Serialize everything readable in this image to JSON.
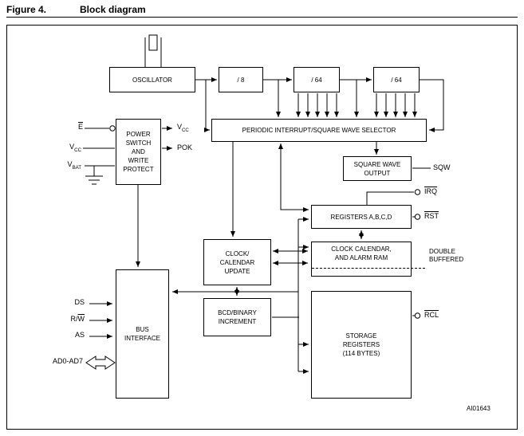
{
  "figure": {
    "label": "Figure 4.",
    "title": "Block diagram",
    "code": "AI01643"
  },
  "blocks": {
    "oscillator": "OSCILLATOR",
    "div8": "/ 8",
    "div64a": "/ 64",
    "div64b": "/ 64",
    "selector": "PERIODIC INTERRUPT/SQUARE WAVE SELECTOR",
    "power_switch": [
      "POWER",
      "SWITCH",
      "AND",
      "WRITE",
      "PROTECT"
    ],
    "square_wave_output": [
      "SQUARE WAVE",
      "OUTPUT"
    ],
    "registers_abcd": "REGISTERS A,B,C,D",
    "clock_calendar_ram": [
      "CLOCK CALENDAR,",
      "AND ALARM RAM"
    ],
    "clock_calendar_update": [
      "CLOCK/",
      "CALENDAR",
      "UPDATE"
    ],
    "bcd_binary_increment": [
      "BCD/BINARY",
      "INCREMENT"
    ],
    "storage_registers": [
      "STORAGE",
      "REGISTERS",
      "(114 BYTES)"
    ],
    "bus_interface": [
      "BUS",
      "INTERFACE"
    ],
    "double_buffered": [
      "DOUBLE",
      "BUFFERED"
    ]
  },
  "pins": {
    "e": "E",
    "vcc_in_base": "V",
    "vcc_in_sub": "CC",
    "vbat_base": "V",
    "vbat_sub": "BAT",
    "vcc_out_base": "V",
    "vcc_out_sub": "CC",
    "pok": "POK",
    "sqw": "SQW",
    "irq": "IRQ",
    "rst": "RST",
    "rcl": "RCL",
    "ds": "DS",
    "rw_pre": "R/",
    "rw_over": "W",
    "as": "AS",
    "ad": "AD0-AD7"
  }
}
